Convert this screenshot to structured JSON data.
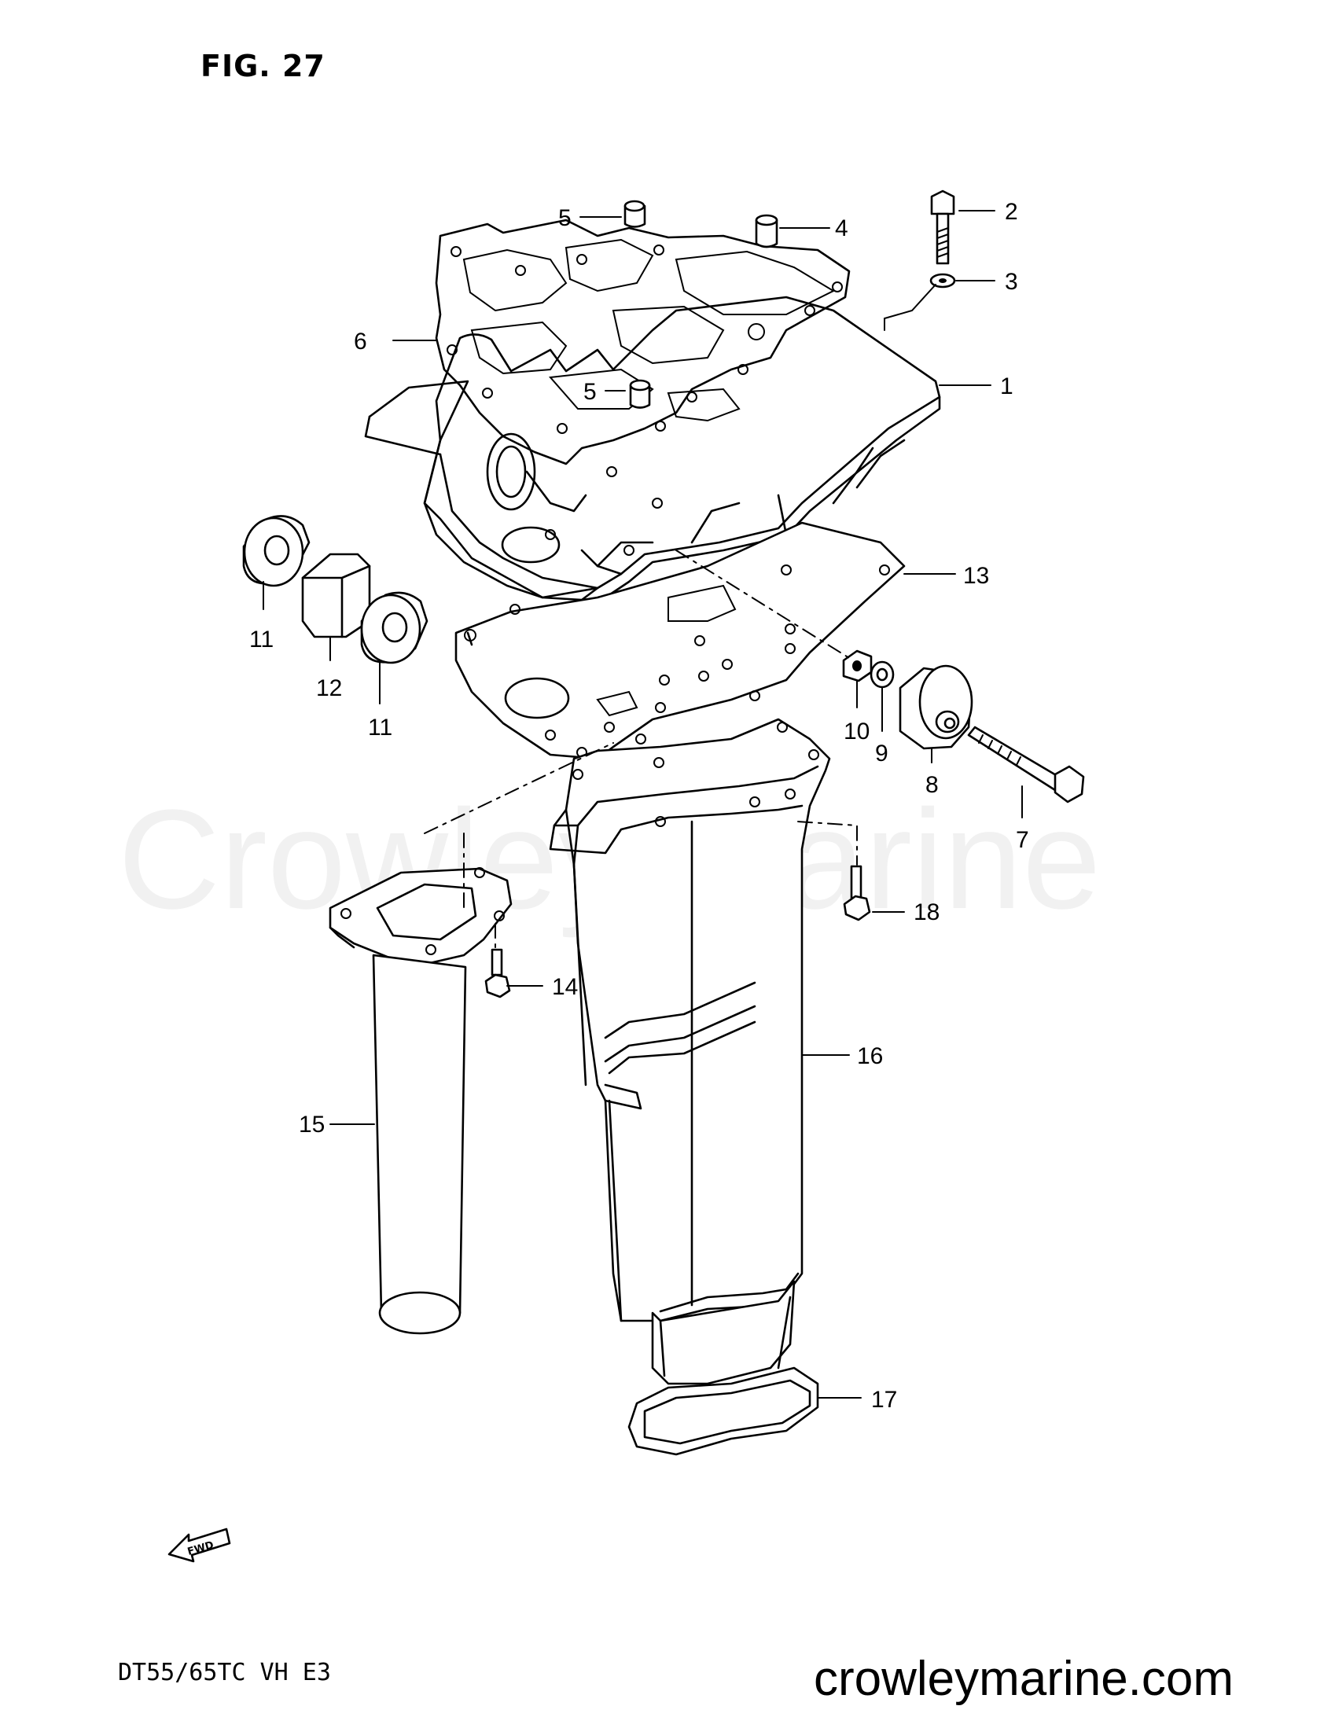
{
  "figure": {
    "title": "FIG. 27",
    "model_code": "DT55/65TC  VH  E3"
  },
  "watermark": {
    "text": "Crowley Marine"
  },
  "website": {
    "text": "crowleymarine.com"
  },
  "fwd_icon": {
    "label": "FWD"
  },
  "callouts": [
    {
      "id": "c1",
      "label": "1"
    },
    {
      "id": "c2",
      "label": "2"
    },
    {
      "id": "c3",
      "label": "3"
    },
    {
      "id": "c4",
      "label": "4"
    },
    {
      "id": "c5a",
      "label": "5"
    },
    {
      "id": "c5b",
      "label": "5"
    },
    {
      "id": "c6",
      "label": "6"
    },
    {
      "id": "c7",
      "label": "7"
    },
    {
      "id": "c8",
      "label": "8"
    },
    {
      "id": "c9",
      "label": "9"
    },
    {
      "id": "c10",
      "label": "10"
    },
    {
      "id": "c11a",
      "label": "11"
    },
    {
      "id": "c11b",
      "label": "11"
    },
    {
      "id": "c12",
      "label": "12"
    },
    {
      "id": "c13",
      "label": "13"
    },
    {
      "id": "c14",
      "label": "14"
    },
    {
      "id": "c15",
      "label": "15"
    },
    {
      "id": "c16",
      "label": "16"
    },
    {
      "id": "c17",
      "label": "17"
    },
    {
      "id": "c18",
      "label": "18"
    }
  ]
}
